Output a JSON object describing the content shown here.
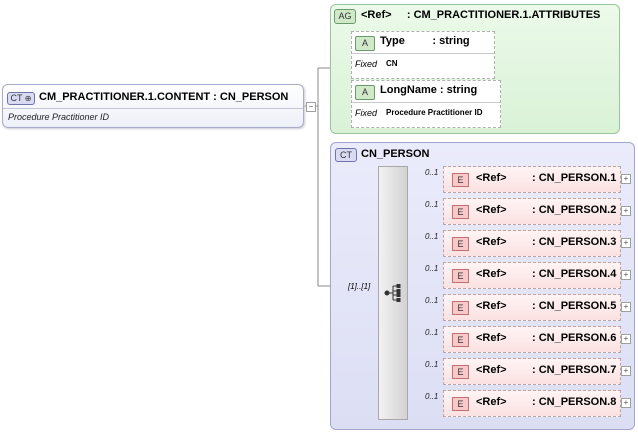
{
  "main_type": {
    "badge": "CT",
    "title": "CM_PRACTITIONER.1.CONTENT : CN_PERSON",
    "documentation": "Procedure Practitioner  ID"
  },
  "attribute_group": {
    "badge": "AG",
    "ref_label": "<Ref>",
    "name": ": CM_PRACTITIONER.1.ATTRIBUTES",
    "attributes": [
      {
        "badge": "A",
        "name": "Type",
        "type": ": string",
        "fixed_label": "Fixed",
        "fixed_value": "CN"
      },
      {
        "badge": "A",
        "name": "LongName",
        "type": ": string",
        "fixed_label": "Fixed",
        "fixed_value": "Procedure Practitioner  ID"
      }
    ]
  },
  "complex_type": {
    "badge": "CT",
    "name": "CN_PERSON",
    "multiplicity": "[1]..[1]",
    "elements": [
      {
        "badge": "E",
        "occurrence": "0..1",
        "ref": "<Ref>",
        "name": ": CN_PERSON.1"
      },
      {
        "badge": "E",
        "occurrence": "0..1",
        "ref": "<Ref>",
        "name": ": CN_PERSON.2"
      },
      {
        "badge": "E",
        "occurrence": "0..1",
        "ref": "<Ref>",
        "name": ": CN_PERSON.3"
      },
      {
        "badge": "E",
        "occurrence": "0..1",
        "ref": "<Ref>",
        "name": ": CN_PERSON.4"
      },
      {
        "badge": "E",
        "occurrence": "0..1",
        "ref": "<Ref>",
        "name": ": CN_PERSON.5"
      },
      {
        "badge": "E",
        "occurrence": "0..1",
        "ref": "<Ref>",
        "name": ": CN_PERSON.6"
      },
      {
        "badge": "E",
        "occurrence": "0..1",
        "ref": "<Ref>",
        "name": ": CN_PERSON.7"
      },
      {
        "badge": "E",
        "occurrence": "0..1",
        "ref": "<Ref>",
        "name": ": CN_PERSON.8"
      }
    ]
  },
  "colors": {
    "attribute_group_bg": "#d9f2d6",
    "complex_type_bg": "#dcdef4",
    "element_bg": "#fbe1e1",
    "line": "#8a8a8a"
  }
}
